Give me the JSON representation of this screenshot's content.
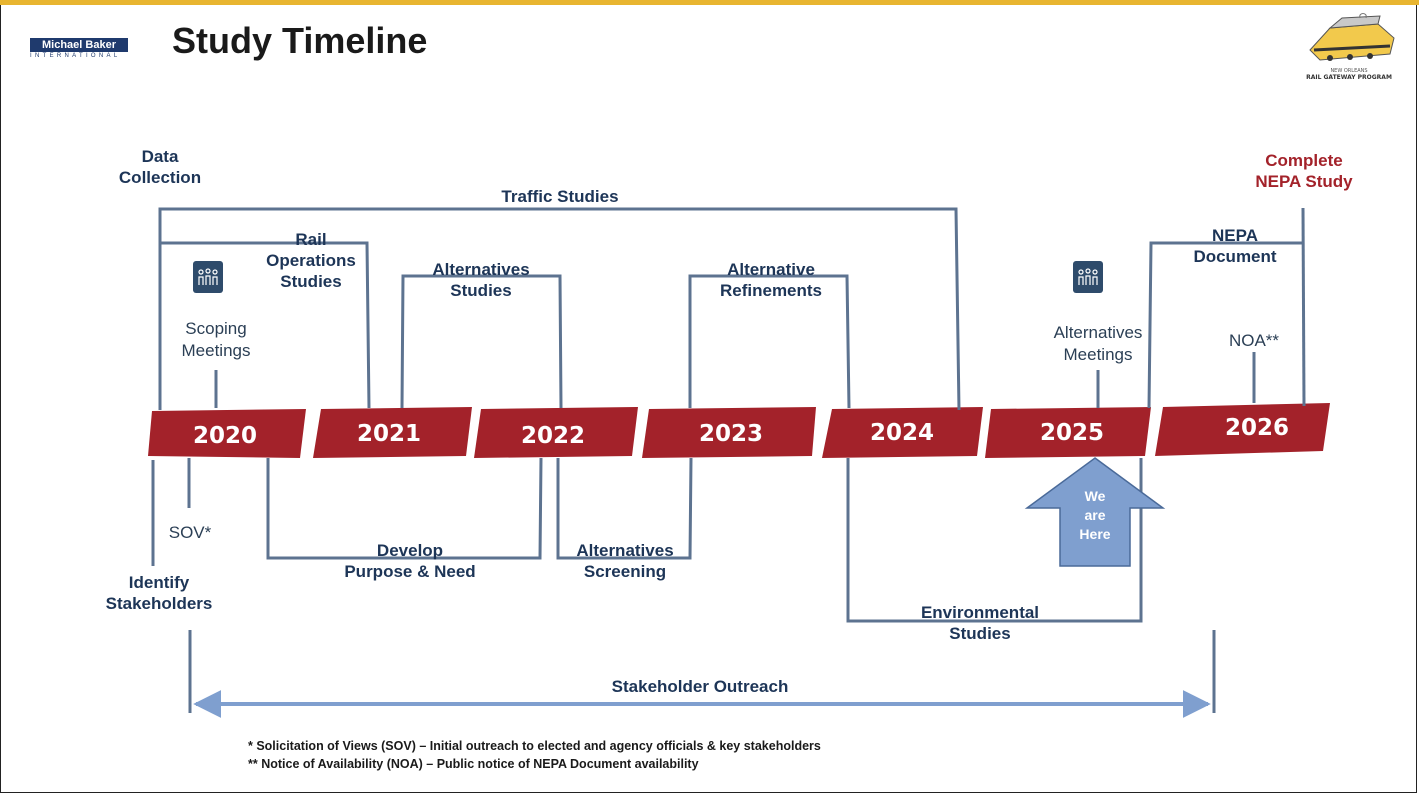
{
  "header": {
    "company_logo_text": "Michael Baker",
    "company_logo_sub": "INTERNATIONAL",
    "title": "Study Timeline",
    "program_logo_text": "RAIL GATEWAY PROGRAM"
  },
  "timeline": {
    "years": [
      "2020",
      "2021",
      "2022",
      "2023",
      "2024",
      "2025",
      "2026"
    ]
  },
  "labels": {
    "data_collection": [
      "Data",
      "Collection"
    ],
    "traffic_studies": "Traffic Studies",
    "rail_operations": [
      "Rail",
      "Operations",
      "Studies"
    ],
    "scoping_meetings": [
      "Scoping",
      "Meetings"
    ],
    "alternatives_studies": [
      "Alternatives",
      "Studies"
    ],
    "alternative_refinements": [
      "Alternative",
      "Refinements"
    ],
    "alternatives_meetings": [
      "Alternatives",
      "Meetings"
    ],
    "nepa_document": [
      "NEPA",
      "Document"
    ],
    "noa": "NOA**",
    "complete_nepa": [
      "Complete",
      "NEPA Study"
    ],
    "sov": "SOV*",
    "identify_stakeholders": [
      "Identify",
      "Stakeholders"
    ],
    "purpose_need": [
      "Develop",
      "Purpose & Need"
    ],
    "alternatives_screening": [
      "Alternatives",
      "Screening"
    ],
    "environmental_studies": [
      "Environmental",
      "Studies"
    ],
    "we_are_here": [
      "We",
      "are",
      "Here"
    ],
    "stakeholder_outreach": "Stakeholder Outreach"
  },
  "footnotes": [
    "*  Solicitation of Views (SOV) – Initial outreach to elected and agency officials & key stakeholders",
    "** Notice of Availability (NOA) – Public notice of NEPA Document availability"
  ],
  "colors": {
    "band_red": "#a3222a",
    "line_blue": "#5d7390",
    "arrow_blue": "#7f9fcf",
    "accent_gold": "#e8b530",
    "emphasis_red": "#a3222a"
  },
  "icons": [
    "people-meeting-icon",
    "people-meeting-icon",
    "up-arrow-icon",
    "double-arrow-icon",
    "train-logo-icon"
  ]
}
